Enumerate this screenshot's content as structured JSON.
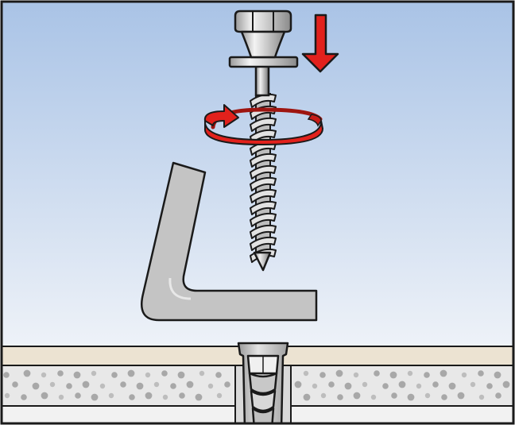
{
  "colors": {
    "sky_top": "#a9c3e6",
    "sky_bottom": "#e9eff7",
    "plaster": "#ece3d2",
    "concrete": "#e8e8e8",
    "concrete_speckle": "#a8a8a8",
    "steel_light": "#e6e6e6",
    "steel_mid": "#b5b5b5",
    "steel_dark": "#7d7d7d",
    "bracket": "#c4c4c4",
    "arrow_red": "#e2211c",
    "arrow_red_dark": "#9e1510",
    "outline": "#1a1a1a"
  },
  "icons": {
    "screw": "hex-head-screw-icon",
    "washer": "washer-icon",
    "down_arrow": "down-arrow-icon",
    "rotation_arrow": "clockwise-rotation-icon",
    "bracket": "angle-bracket-icon",
    "plug": "wall-plug-icon"
  },
  "layers": [
    "sky",
    "plaster",
    "concrete",
    "base"
  ]
}
